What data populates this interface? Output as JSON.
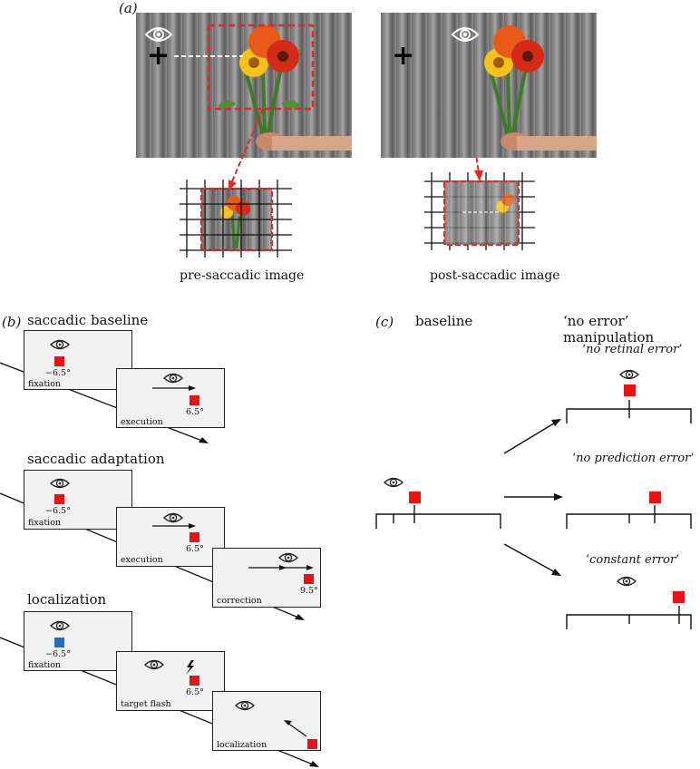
{
  "panel_a": {
    "letter": "(a)",
    "pre_caption": "pre-saccadic image",
    "post_caption": "post-saccadic image",
    "fixation_symbol": "+"
  },
  "panel_b": {
    "letter": "(b)",
    "sections": [
      {
        "title": "saccadic baseline",
        "frames": [
          {
            "label": "fixation",
            "value": "−6.5°"
          },
          {
            "label": "execution",
            "value": "6.5°"
          }
        ]
      },
      {
        "title": "saccadic adaptation",
        "frames": [
          {
            "label": "fixation",
            "value": "−6.5°"
          },
          {
            "label": "execution",
            "value": "6.5°"
          },
          {
            "label": "correction",
            "value": "9.5°"
          }
        ]
      },
      {
        "title": "localization",
        "frames": [
          {
            "label": "fixation",
            "value": "−6.5°"
          },
          {
            "label": "target flash",
            "value": "6.5°"
          },
          {
            "label": "localization",
            "value": ""
          }
        ]
      }
    ]
  },
  "panel_c": {
    "letter": "(c)",
    "baseline_label": "baseline",
    "manipulation_label": "‘no error’ manipulation",
    "conditions": [
      {
        "quote_open": "‘",
        "name": "no retinal error",
        "quote_close": "’"
      },
      {
        "quote_open": "‘",
        "name": "no prediction error",
        "quote_close": "’"
      },
      {
        "quote_open": "‘",
        "name": "constant error",
        "quote_close": "’"
      }
    ]
  },
  "colors": {
    "target_red": "#ee1111",
    "probe_blue": "#1f6fc4",
    "dashed_red": "#e32626",
    "frame_fill": "#f1f1f1"
  },
  "icons": [
    "eye-icon",
    "flash-icon",
    "arrow-icon",
    "fixation-cross-icon"
  ]
}
